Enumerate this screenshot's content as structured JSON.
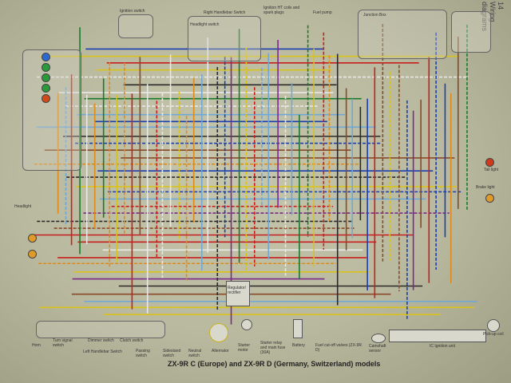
{
  "header": {
    "title": "14 Wiring diagrams"
  },
  "caption": "ZX-9R C (Europe) and ZX-9R D (Germany, Switzerland) models",
  "wire_colors": [
    "#c81e1e",
    "#1a7a2a",
    "#1c3fb0",
    "#e08a1a",
    "#2a2a2a",
    "#d9c21a",
    "#6fa7d6",
    "#8a4a2a",
    "#7a2a8a",
    "#e8e8e8"
  ],
  "components": {
    "ignition_switch": "Ignition switch",
    "right_handlebar_switch": "Right Handlebar Switch",
    "headlight_switch": "Headlight switch",
    "ht_coils": "Ignition HT coils and spark plugs",
    "fuel_pump": "Fuel pump",
    "junction_box": "Junction Box",
    "horn": "Horn",
    "turn_signal_switch": "Turn signal switch",
    "dimmer_switch": "Dimmer switch",
    "clutch_switch": "Clutch switch",
    "left_handlebar_switch": "Left Handlebar Switch",
    "passing_switch": "Passing switch",
    "sidestand_switch": "Sidestand switch",
    "neutral_switch": "Neutral switch",
    "alternator": "Alternator",
    "starter_motor": "Starter motor",
    "starter_relay": "Starter relay and main fuse (30A)",
    "battery": "Battery",
    "regulator": "Regulator/ rectifier",
    "fuel_cutoff": "Fuel cut-off valves (ZX-9R D)",
    "camshaft_sensor": "Camshaft sensor",
    "ic_ignition": "IC Ignition unit",
    "pickup_coil": "Pick-up coil",
    "headlight": "Headlight",
    "tail_light": "Tail light",
    "brake_light": "Brake light"
  },
  "lamp_colors": {
    "warning": [
      "#2a6ad0",
      "#2a9a3a",
      "#2a9a3a",
      "#2a9a3a",
      "#d04a1a"
    ],
    "indicator": "#e09a2a",
    "tail": "#d03a1a"
  }
}
